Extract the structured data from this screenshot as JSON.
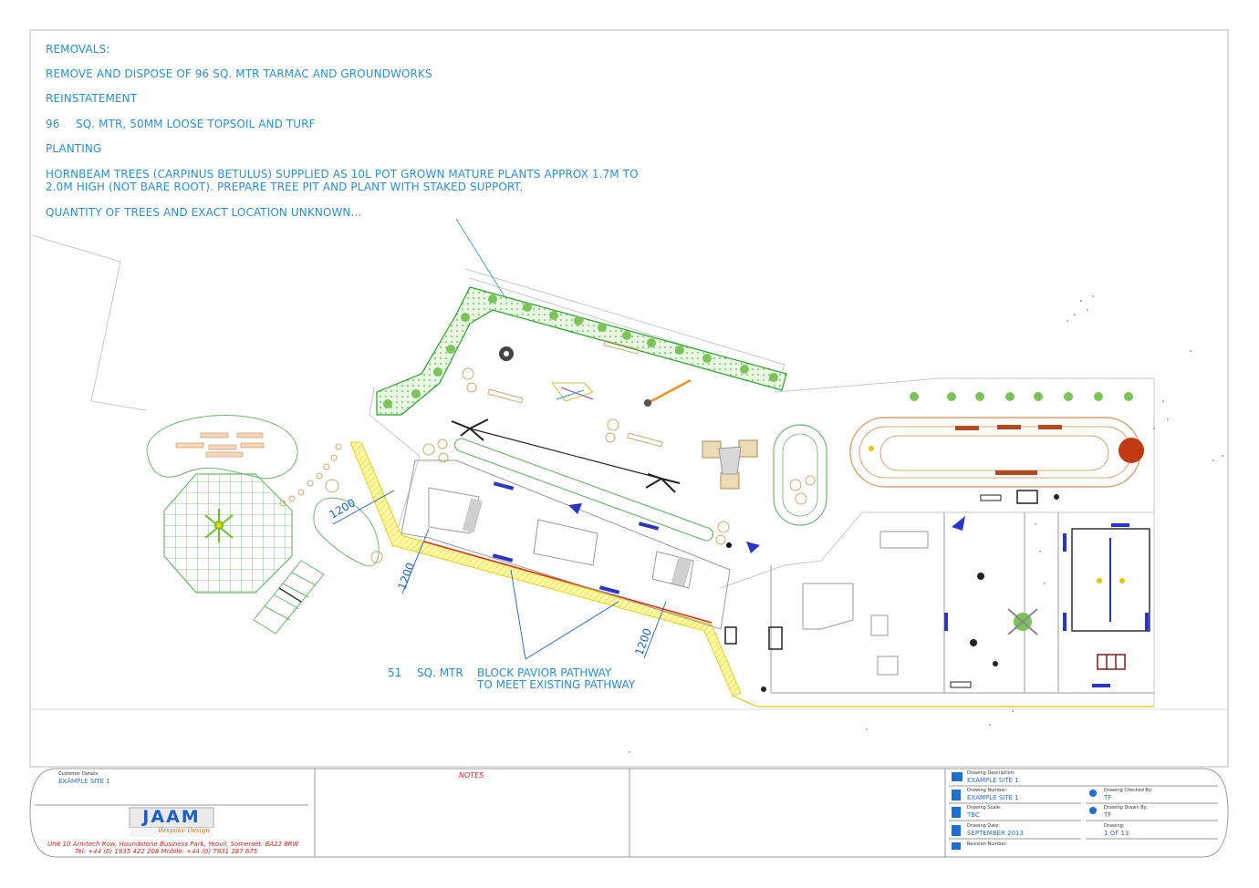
{
  "notes": {
    "removals_heading": "REMOVALS:",
    "removals_text": "REMOVE AND DISPOSE OF 96 SQ. MTR TARMAC AND GROUNDWORKS",
    "reinstatement_heading": "REINSTATEMENT",
    "reinstatement_qty": "96",
    "reinstatement_text": "SQ. MTR, 50MM LOOSE TOPSOIL AND TURF",
    "planting_heading": "PLANTING",
    "planting_line1": "HORNBEAM TREES (CARPINUS BETULUS) SUPPLIED AS 10L POT GROWN MATURE PLANTS APPROX 1.7M TO",
    "planting_line2": "2.0M HIGH (NOT BARE ROOT). PREPARE TREE PIT AND PLANT WITH STAKED SUPPORT.",
    "planting_note": "QUANTITY OF TREES AND EXACT LOCATION UNKNOWN..."
  },
  "plan": {
    "dim_1": "1200",
    "dim_2": "1200",
    "dim_3": "1200",
    "pathway_qty": "51",
    "pathway_unit": "SQ. MTR",
    "pathway_line1": "BLOCK PAVIOR PATHWAY",
    "pathway_line2": "TO MEET EXISTING PATHWAY",
    "colors": {
      "hedge": "#27a327",
      "pathway": "#f2e600",
      "dim": "#1a62c9",
      "outline": "#9a9a9a",
      "bench": "#b24a1f"
    }
  },
  "title_block": {
    "customer_label": "Customer Details:",
    "customer_value": "EXAMPLE SITE 1",
    "notes_label": "NOTES",
    "logo_text": "JAAM",
    "logo_sub": "Bespoke Design",
    "company_address": "Unit 10 Armtech Row, Houndstone Business Park, Yeovil, Somerset. BA22 8RW",
    "company_phones": "Tel: +44 (0) 1935 422 208      Mobile: +44 (0) 7931 287 675",
    "desc_label": "Drawing Description:",
    "desc_value": "EXAMPLE SITE 1",
    "number_label": "Drawing Number:",
    "number_value": "EXAMPLE SITE 1",
    "scale_label": "Drawing Scale:",
    "scale_value": "TBC",
    "date_label": "Drawing Date:",
    "date_value": "SEPTEMBER 2013",
    "revision_label": "Revision Number:",
    "checked_label": "Drawing Checked By:",
    "checked_value": "TF",
    "drawn_label": "Drawing Drawn By:",
    "drawn_value": "TF",
    "drawing_label": "Drawing:",
    "drawing_value": "1 OF 13"
  }
}
